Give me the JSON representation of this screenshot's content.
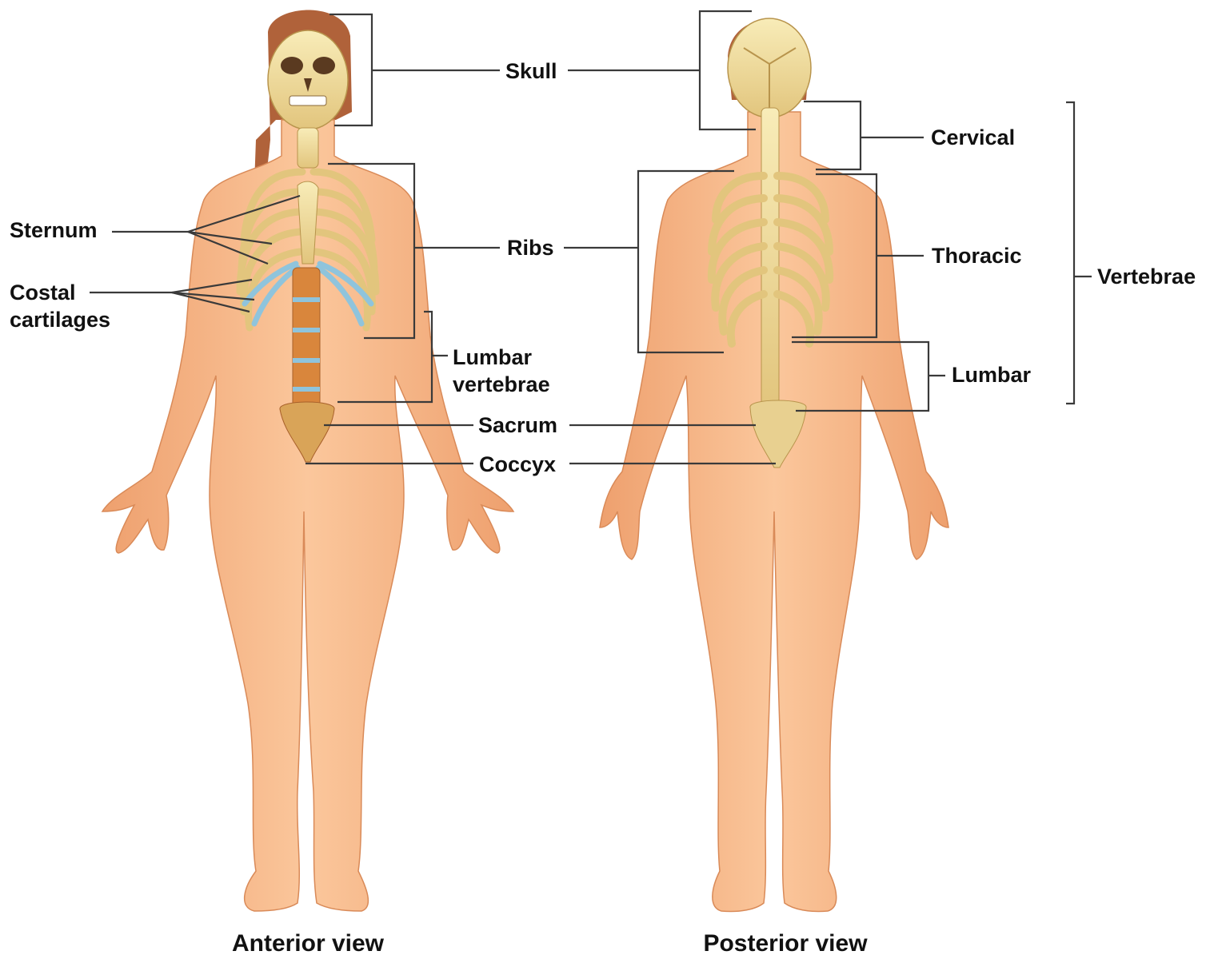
{
  "labels": {
    "skull": "Skull",
    "sternum": "Sternum",
    "ribs": "Ribs",
    "costal_line1": "Costal",
    "costal_line2": "cartilages",
    "lumbar_vert_line1": "Lumbar",
    "lumbar_vert_line2": "vertebrae",
    "sacrum": "Sacrum",
    "coccyx": "Coccyx",
    "cervical": "Cervical",
    "thoracic": "Thoracic",
    "lumbar": "Lumbar",
    "vertebrae": "Vertebrae"
  },
  "captions": {
    "anterior": "Anterior view",
    "posterior": "Posterior view"
  },
  "colors": {
    "skin": "#f7b98a",
    "skin_shade": "#e89a6a",
    "bone": "#f1dfa0",
    "bone_shade": "#c9a85c",
    "cartilage": "#8fc4dc",
    "hair": "#b0623a",
    "spine_anterior": "#d9863c"
  }
}
